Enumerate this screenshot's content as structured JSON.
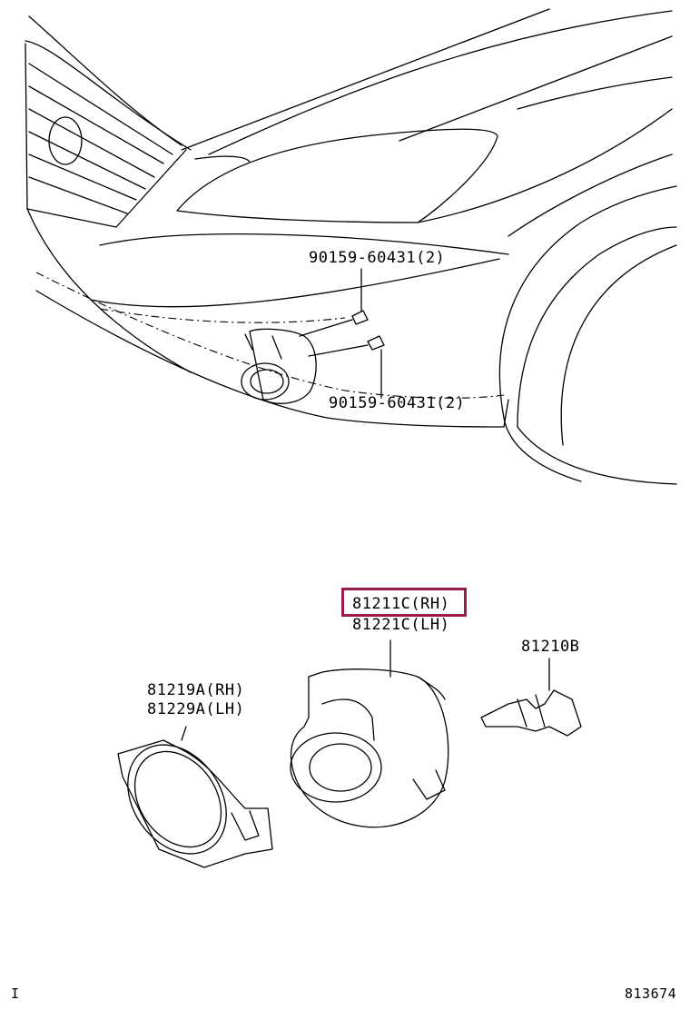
{
  "callouts": {
    "bolt_upper": "90159-60431(2)",
    "bolt_lower": "90159-60431(2)",
    "fog_lamp_rh": "81211C(RH)",
    "fog_lamp_lh": "81221C(LH)",
    "bulb": "81210B",
    "cover_rh": "81219A(RH)",
    "cover_lh": "81229A(LH)"
  },
  "footer": {
    "left_mark": "I",
    "figure_number": "813674"
  },
  "colors": {
    "highlight": "#9c1d4a",
    "line": "#000000"
  }
}
